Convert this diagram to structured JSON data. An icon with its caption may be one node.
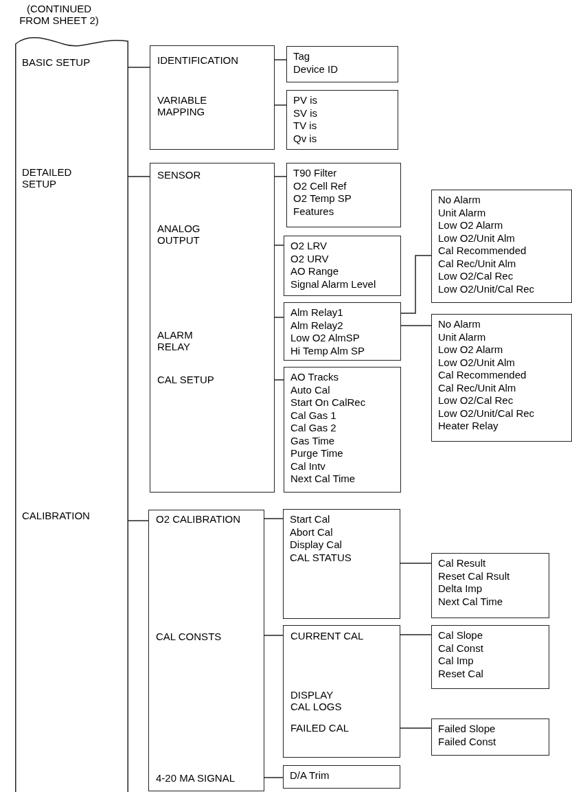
{
  "diagram": {
    "nodes": [
      {
        "text": [
          "BASIC SETUP",
          "DETAILED SETUP",
          "CALIBRATION"
        ],
        "beside": [
          "(CONTINUED FROM SHEET 2)"
        ]
      },
      {
        "text": [
          "IDENTIFICATION",
          "VARIABLE MAPPING"
        ]
      },
      {
        "text": [
          "Tag",
          "Device ID"
        ]
      },
      {
        "text": [
          "PV is",
          "SV is",
          "TV is",
          "Qv is"
        ]
      },
      {
        "text": [
          "SENSOR",
          "ANALOG OUTPUT",
          "ALARM RELAY",
          "CAL SETUP"
        ]
      },
      {
        "text": [
          "T90 Filter",
          "O2 Cell Ref",
          "O2 Temp SP",
          "Features"
        ]
      },
      {
        "text": [
          "O2 LRV",
          "O2 URV",
          "AO Range",
          "Signal Alarm Level"
        ]
      },
      {
        "text": [
          "Alm Relay1",
          "Alm Relay2",
          "Low O2 AlmSP",
          "Hi Temp Alm SP"
        ]
      },
      {
        "text": [
          "AO Tracks",
          "Auto Cal",
          "Start On CalRec",
          "Cal Gas 1",
          "Cal Gas 2",
          "Gas Time",
          "Purge Time",
          "Cal Intv",
          "Next Cal Time"
        ]
      },
      {
        "text": [
          "No Alarm",
          "Unit Alarm",
          "Low O2 Alarm",
          "Low O2/Unit Alm",
          "Cal Recommended",
          "Cal Rec/Unit Alm",
          "Low O2/Cal Rec",
          "Low O2/Unit/Cal Rec"
        ]
      },
      {
        "text": [
          "No Alarm",
          "Unit Alarm",
          "Low O2 Alarm",
          "Low O2/Unit Alm",
          "Cal Recommended",
          "Cal Rec/Unit Alm",
          "Low O2/Cal Rec",
          "Low O2/Unit/Cal Rec",
          "Heater Relay"
        ]
      },
      {
        "text": [
          "O2 CALIBRATION",
          "CAL CONSTS",
          "4-20 MA SIGNAL"
        ]
      },
      {
        "text": [
          "Start Cal",
          "Abort Cal",
          "Display Cal",
          "CAL STATUS"
        ]
      },
      {
        "text": [
          "Cal Result",
          "Reset Cal Rsult",
          "Delta Imp",
          "Next Cal Time"
        ]
      },
      {
        "text": [
          "CURRENT CAL",
          "DISPLAY CAL LOGS",
          "FAILED CAL"
        ]
      },
      {
        "text": [
          "Cal Slope",
          "Cal Const",
          "Cal Imp",
          "Reset Cal"
        ]
      },
      {
        "text": [
          "Failed Slope",
          "Failed Const"
        ]
      },
      {
        "text": [
          "D/A Trim"
        ]
      }
    ],
    "edges": [
      {
        "from": 0,
        "to": 1,
        "arrow": "none"
      },
      {
        "from": 0,
        "to": 4,
        "arrow": "none"
      },
      {
        "from": 0,
        "to": 11,
        "arrow": "none"
      },
      {
        "from": 1,
        "to": 2,
        "arrow": "none"
      },
      {
        "from": 1,
        "to": 3,
        "arrow": "none"
      },
      {
        "from": 4,
        "to": 5,
        "arrow": "none"
      },
      {
        "from": 4,
        "to": 6,
        "arrow": "none"
      },
      {
        "from": 4,
        "to": 7,
        "arrow": "none"
      },
      {
        "from": 4,
        "to": 8,
        "arrow": "none"
      },
      {
        "from": 7,
        "to": 9,
        "arrow": "none"
      },
      {
        "from": 7,
        "to": 10,
        "arrow": "none"
      },
      {
        "from": 11,
        "to": 12,
        "arrow": "none"
      },
      {
        "from": 12,
        "to": 13,
        "arrow": "none"
      },
      {
        "from": 11,
        "to": 14,
        "arrow": "none"
      },
      {
        "from": 14,
        "to": 15,
        "arrow": "none"
      },
      {
        "from": 14,
        "to": 16,
        "arrow": "none"
      },
      {
        "from": 11,
        "to": 17,
        "arrow": "none"
      }
    ]
  }
}
